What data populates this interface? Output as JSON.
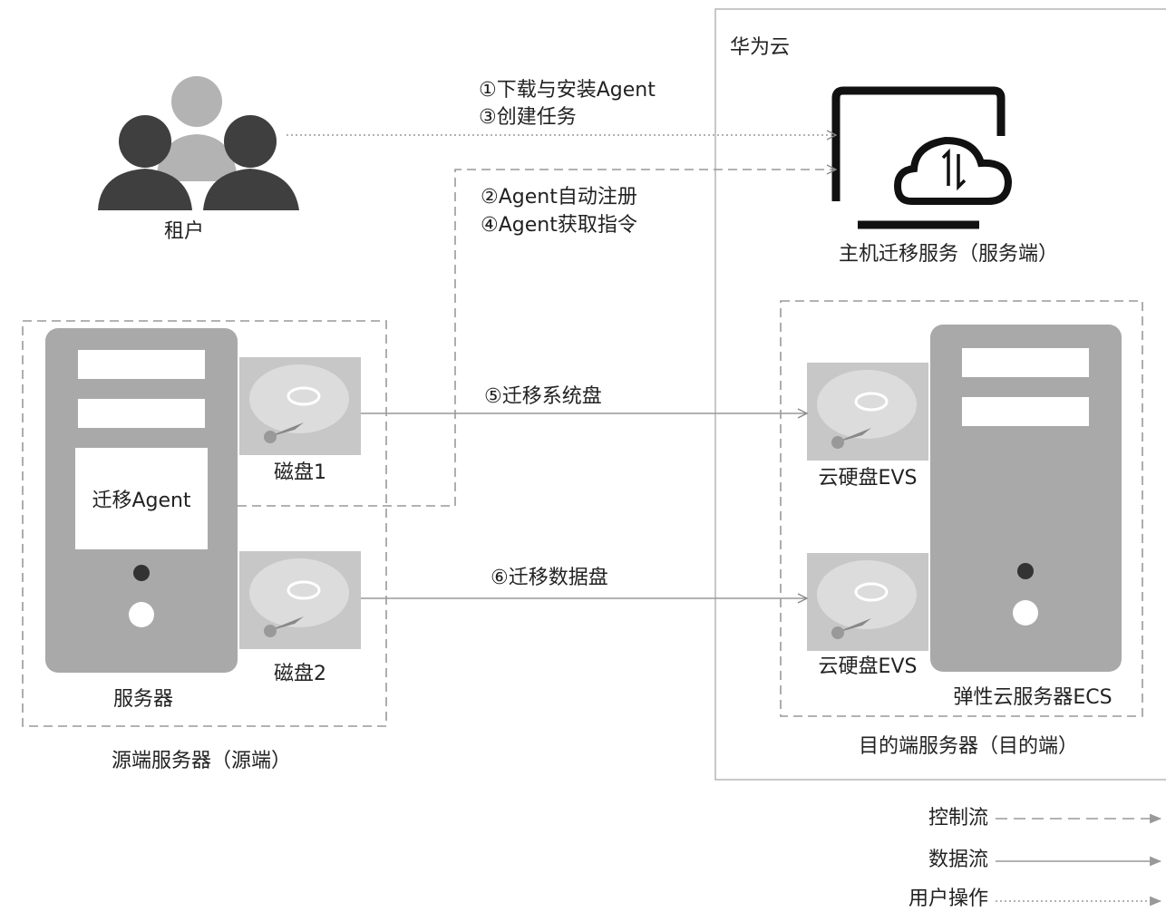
{
  "cloud": {
    "title": "华为云"
  },
  "steps": {
    "s1": "①下载与安装Agent",
    "s3": "③创建任务",
    "s2": "②Agent自动注册",
    "s4": "④Agent获取指令",
    "s5": "⑤迁移系统盘",
    "s6": "⑥迁移数据盘"
  },
  "tenant": {
    "label": "租户"
  },
  "migration_service": {
    "label": "主机迁移服务（服务端）"
  },
  "source": {
    "server_label": "服务器",
    "agent_label": "迁移Agent",
    "disk1": "磁盘1",
    "disk2": "磁盘2",
    "group_label": "源端服务器（源端）"
  },
  "target": {
    "evs1": "云硬盘EVS",
    "evs2": "云硬盘EVS",
    "ecs_label": "弹性云服务器ECS",
    "group_label": "目的端服务器（目的端）"
  },
  "legend": {
    "control": "控制流",
    "data": "数据流",
    "user": "用户操作"
  },
  "colors": {
    "server_gray": "#a9a9a9",
    "disk_gray": "#c7c7c7",
    "people_dark": "#3f3f3f",
    "people_light": "#b3b3b3",
    "line_gray": "#999999"
  }
}
